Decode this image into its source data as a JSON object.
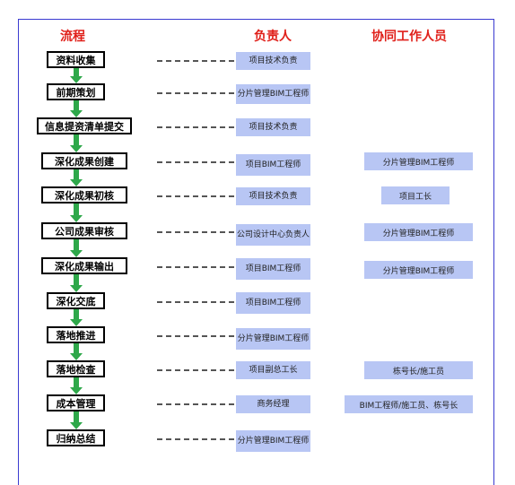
{
  "headers": {
    "process": "流程",
    "owner": "负责人",
    "collaborators": "协同工作人员"
  },
  "steps": [
    {
      "label": "资料收集",
      "owner": "项目技术负责",
      "collab": ""
    },
    {
      "label": "前期策划",
      "owner": "分片管理BIM工程师",
      "collab": ""
    },
    {
      "label": "信息提资清单提交",
      "owner": "项目技术负责",
      "collab": ""
    },
    {
      "label": "深化成果创建",
      "owner": "项目BIM工程师",
      "collab": "分片管理BIM工程师"
    },
    {
      "label": "深化成果初核",
      "owner": "项目技术负责",
      "collab": "项目工长"
    },
    {
      "label": "公司成果审核",
      "owner": "公司设计中心负责人",
      "collab": "分片管理BIM工程师"
    },
    {
      "label": "深化成果输出",
      "owner": "项目BIM工程师",
      "collab": "分片管理BIM工程师"
    },
    {
      "label": "深化交底",
      "owner": "项目BIM工程师",
      "collab": ""
    },
    {
      "label": "落地推进",
      "owner": "分片管理BIM工程师",
      "collab": ""
    },
    {
      "label": "落地检查",
      "owner": "项目副总工长",
      "collab": "栋号长/施工员"
    },
    {
      "label": "成本管理",
      "owner": "商务经理",
      "collab": "BIM工程师/施工员、栋号长"
    },
    {
      "label": "归纳总结",
      "owner": "分片管理BIM工程师",
      "collab": ""
    }
  ],
  "colors": {
    "header": "#e0201a",
    "arrow": "#2ea84a",
    "box_fill": "#b8c6f4",
    "frame": "#3a3ad0"
  }
}
